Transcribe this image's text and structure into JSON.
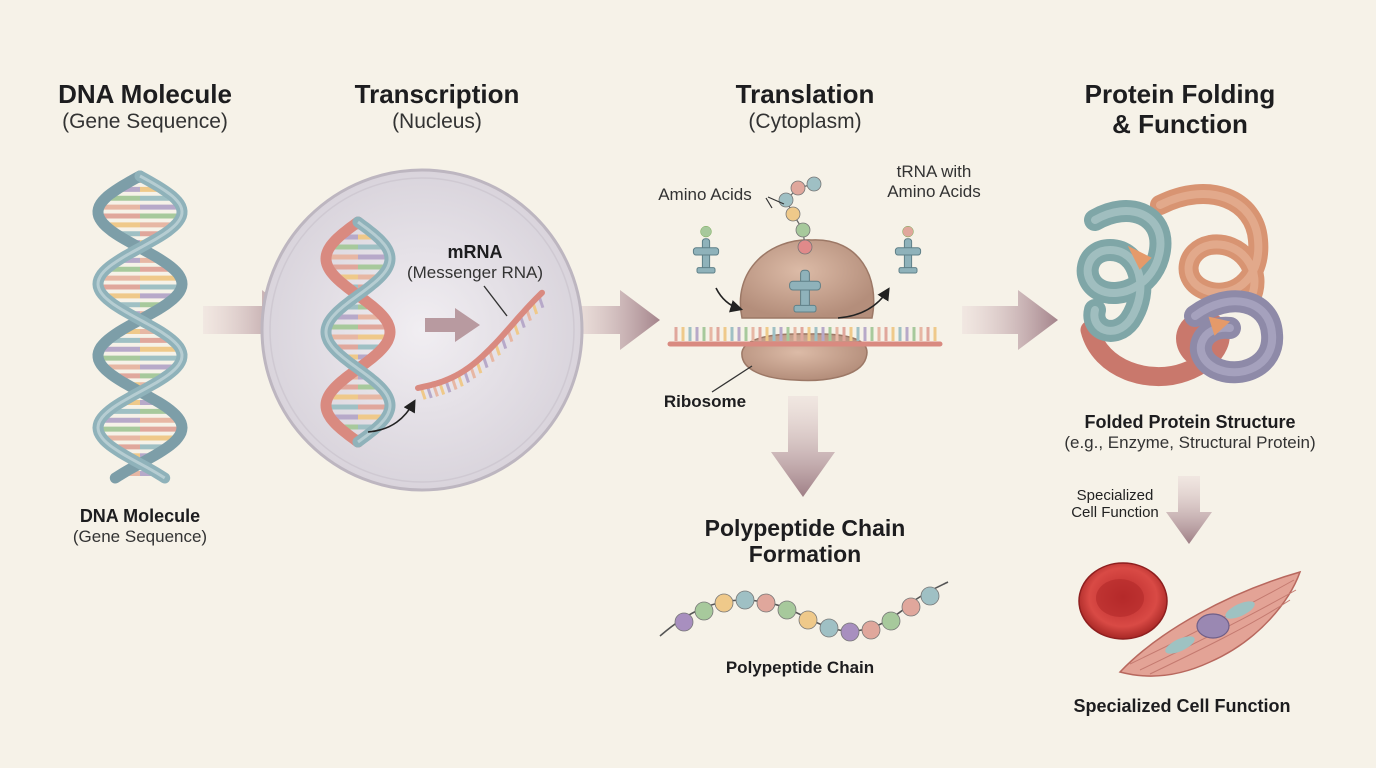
{
  "stages": {
    "dna": {
      "title": "DNA Molecule",
      "subtitle": "(Gene Sequence)"
    },
    "transcription": {
      "title": "Transcription",
      "subtitle": "(Nucleus)"
    },
    "translation": {
      "title": "Translation",
      "subtitle": "(Cytoplasm)"
    },
    "folding": {
      "title_line1": "Protein Folding",
      "title_line2": "& Function"
    }
  },
  "dna_caption": {
    "title": "DNA Molecule",
    "subtitle": "(Gene Sequence)"
  },
  "mrna": {
    "title": "mRNA",
    "subtitle": "(Messenger RNA)"
  },
  "translation_labels": {
    "amino_acids": "Amino Acids",
    "trna_line1": "tRNA with",
    "trna_line2": "Amino Acids",
    "ribosome": "Ribosome"
  },
  "polypeptide": {
    "title_line1": "Polypeptide Chain",
    "title_line2": "Formation",
    "caption": "Polypeptide Chain"
  },
  "folded": {
    "title": "Folded Protein Structure",
    "subtitle": "(e.g., Enzyme, Structural Protein)"
  },
  "specialized": {
    "side_line1": "Specialized",
    "side_line2": "Cell Function",
    "caption": "Specialized Cell Function"
  },
  "colors": {
    "background": "#f6f2e8",
    "helix_blue": "#8fb4bc",
    "helix_red": "#d98a80",
    "arrow": "#a98a91",
    "ribosome": "#c8a490",
    "nucleus": "#e4e0e6"
  }
}
